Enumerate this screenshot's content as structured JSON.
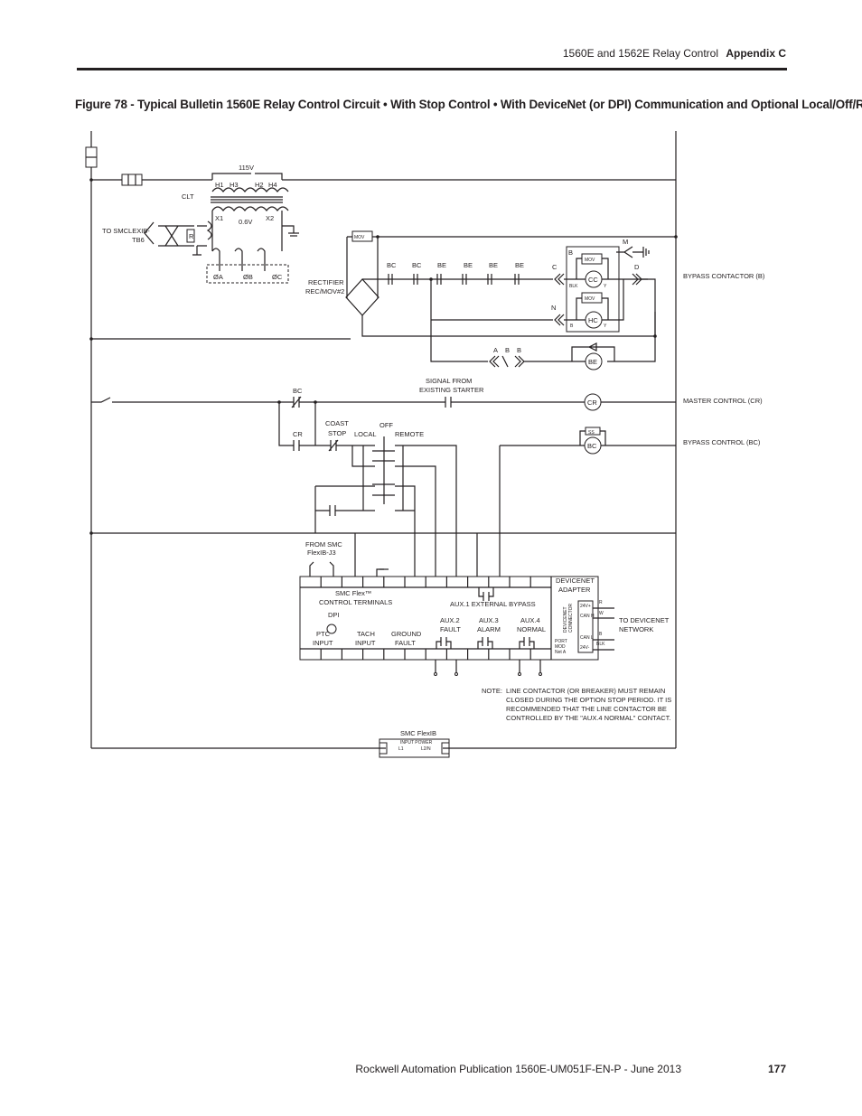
{
  "header": {
    "section_title": "1560E and 1562E Relay Control",
    "appendix": "Appendix C"
  },
  "figure_title": "Figure 78 - Typical Bulletin 1560E Relay Control Circuit • With Stop Control • With DeviceNet (or DPI) Communication and Optional Local/Off/Remote",
  "diagram": {
    "transformer": {
      "voltage_primary": "115V",
      "h1": "H1",
      "h3": "H3",
      "h2": "H2",
      "h4": "H4",
      "name": "CLT",
      "x1": "X1",
      "x2": "X2",
      "voltage_secondary": "0.6V",
      "r": "R",
      "phase_a": "ØA",
      "phase_b": "ØB",
      "phase_c": "ØC",
      "to_label_1": "TO SMCLEXIB-",
      "to_label_2": "TB6"
    },
    "rectifier": {
      "mov": "MOV",
      "label_1": "RECTIFIER",
      "label_2": "REC/MOV#2"
    },
    "bypass": {
      "contacts": [
        "BC",
        "BC",
        "BE",
        "BE",
        "BE",
        "BE"
      ],
      "c": "C",
      "n": "N",
      "d": "D",
      "m": "M",
      "b": "B",
      "mov1": "MOV",
      "mov2": "MOV",
      "cc": "CC",
      "hc": "HC",
      "blk": "BLK",
      "y1": "Y",
      "b_small": "B",
      "y2": "Y",
      "plug_a": "A",
      "plug_b1": "B",
      "plug_b2": "B",
      "be": "BE",
      "label": "BYPASS CONTACTOR (B)"
    },
    "master": {
      "bc": "BC",
      "signal_1": "SIGNAL FROM",
      "signal_2": "EXISTING STARTER",
      "cr_coil": "CR",
      "label": "MASTER CONTROL (CR)"
    },
    "bypass_control": {
      "cr": "CR",
      "coast_1": "COAST",
      "coast_2": "STOP",
      "local": "LOCAL",
      "off": "OFF",
      "remote": "REMOTE",
      "ss": "SS",
      "bc_coil": "BC",
      "label": "BYPASS CONTROL (BC)"
    },
    "smc": {
      "from_1": "FROM SMC",
      "from_2": "FlexIB-J3",
      "title_1": "SMC Flex™",
      "title_2": "CONTROL TERMINALS",
      "dpi": "DPI",
      "ptc_1": "PTC",
      "ptc_2": "INPUT",
      "tach_1": "TACH",
      "tach_2": "INPUT",
      "gf_1": "GROUND",
      "gf_2": "FAULT",
      "aux1": "AUX.1 EXTERNAL BYPASS",
      "aux2_1": "AUX.2",
      "aux2_2": "FAULT",
      "aux3_1": "AUX.3",
      "aux3_2": "ALARM",
      "aux4_1": "AUX.4",
      "aux4_2": "NORMAL"
    },
    "devicenet": {
      "title_1": "DEVICENET",
      "title_2": "ADAPTER",
      "connector_1": "DEVICENET",
      "connector_2": "CONNECTOR",
      "pins": [
        "24V+",
        "CAN H",
        "CAN L",
        "24V-"
      ],
      "wires": [
        "R",
        "W",
        "B",
        "BLK"
      ],
      "port_1": "PORT",
      "port_2": "MOD",
      "port_3": "Net A",
      "to_1": "TO DEVICENET",
      "to_2": "NETWORK"
    },
    "note": {
      "label": "NOTE:",
      "lines": [
        "LINE CONTACTOR (OR BREAKER) MUST REMAIN",
        "CLOSED DURING THE OPTION STOP PERIOD.  IT IS",
        "RECOMMENDED THAT THE LINE CONTACTOR BE",
        "CONTROLLED BY THE \"AUX.4 NORMAL\" CONTACT."
      ]
    },
    "flexib": {
      "title": "SMC FlexIB",
      "input": "INPUT POWER",
      "l1": "L1",
      "l2": "L2/N"
    }
  },
  "footer": {
    "publication": "Rockwell Automation Publication 1560E-UM051F-EN-P - June 2013",
    "page": "177"
  }
}
